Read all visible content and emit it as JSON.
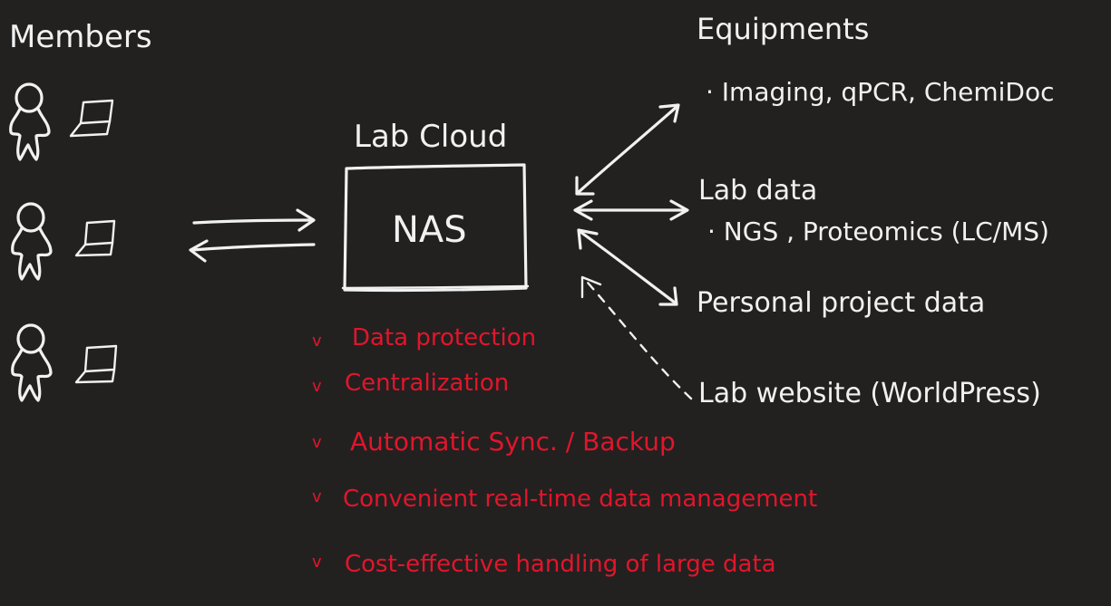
{
  "members": {
    "heading": "Members",
    "person_icon": "person-icon",
    "laptop_icon": "laptop-icon"
  },
  "cloud": {
    "label": "Lab Cloud",
    "box_text": "NAS"
  },
  "resources": {
    "equipments_heading": "Equipments",
    "equipments_items": "· Imaging, qPCR, ChemiDoc",
    "lab_data_heading": "Lab data",
    "lab_data_items": "· NGS , Proteomics (LC/MS)",
    "personal_data": "Personal project data",
    "website": "Lab website (WorldPress)"
  },
  "benefits": {
    "check_mark": "v",
    "items": [
      "Data protection",
      "Centralization",
      "Automatic Sync. / Backup",
      "Convenient real-time data management",
      "Cost-effective handling of large data"
    ]
  },
  "colors": {
    "background": "#222120",
    "chalk": "#f1f1f1",
    "highlight": "#e2152b"
  }
}
